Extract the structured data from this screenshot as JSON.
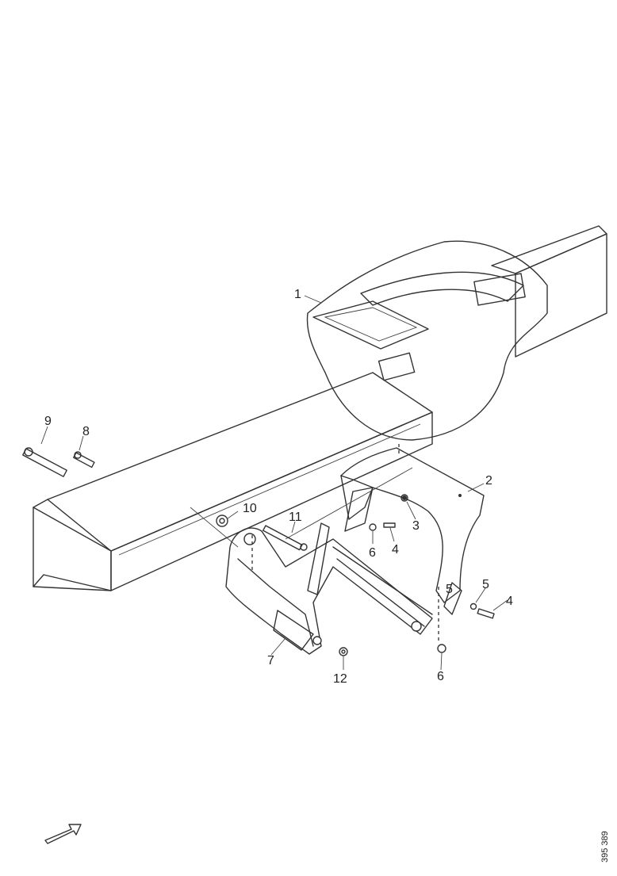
{
  "diagram": {
    "callouts": [
      "1",
      "2",
      "3",
      "4",
      "5",
      "6",
      "7",
      "8",
      "9",
      "10",
      "11",
      "12",
      "5",
      "4",
      "6"
    ],
    "document_number": "395 389",
    "icons": {
      "direction": "direction-arrow-icon"
    }
  }
}
